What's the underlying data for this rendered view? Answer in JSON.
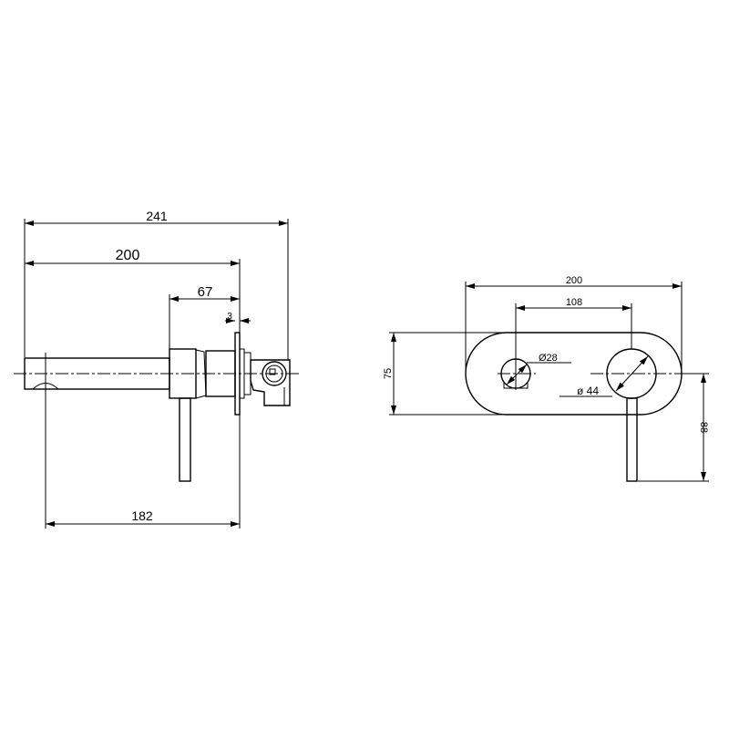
{
  "side_view": {
    "dim_overall": "241",
    "dim_spout_length": "200",
    "dim_body_length": "67",
    "dim_plate_thickness": "3",
    "dim_outlet_to_wall": "182"
  },
  "front_view": {
    "dim_plate_width": "200",
    "dim_centers": "108",
    "dim_plate_height": "75",
    "dim_lever_drop": "88",
    "dim_small_diameter": "Ø28",
    "dim_large_diameter": "ø 44"
  },
  "colors": {
    "line": "#000000",
    "background": "#ffffff"
  }
}
